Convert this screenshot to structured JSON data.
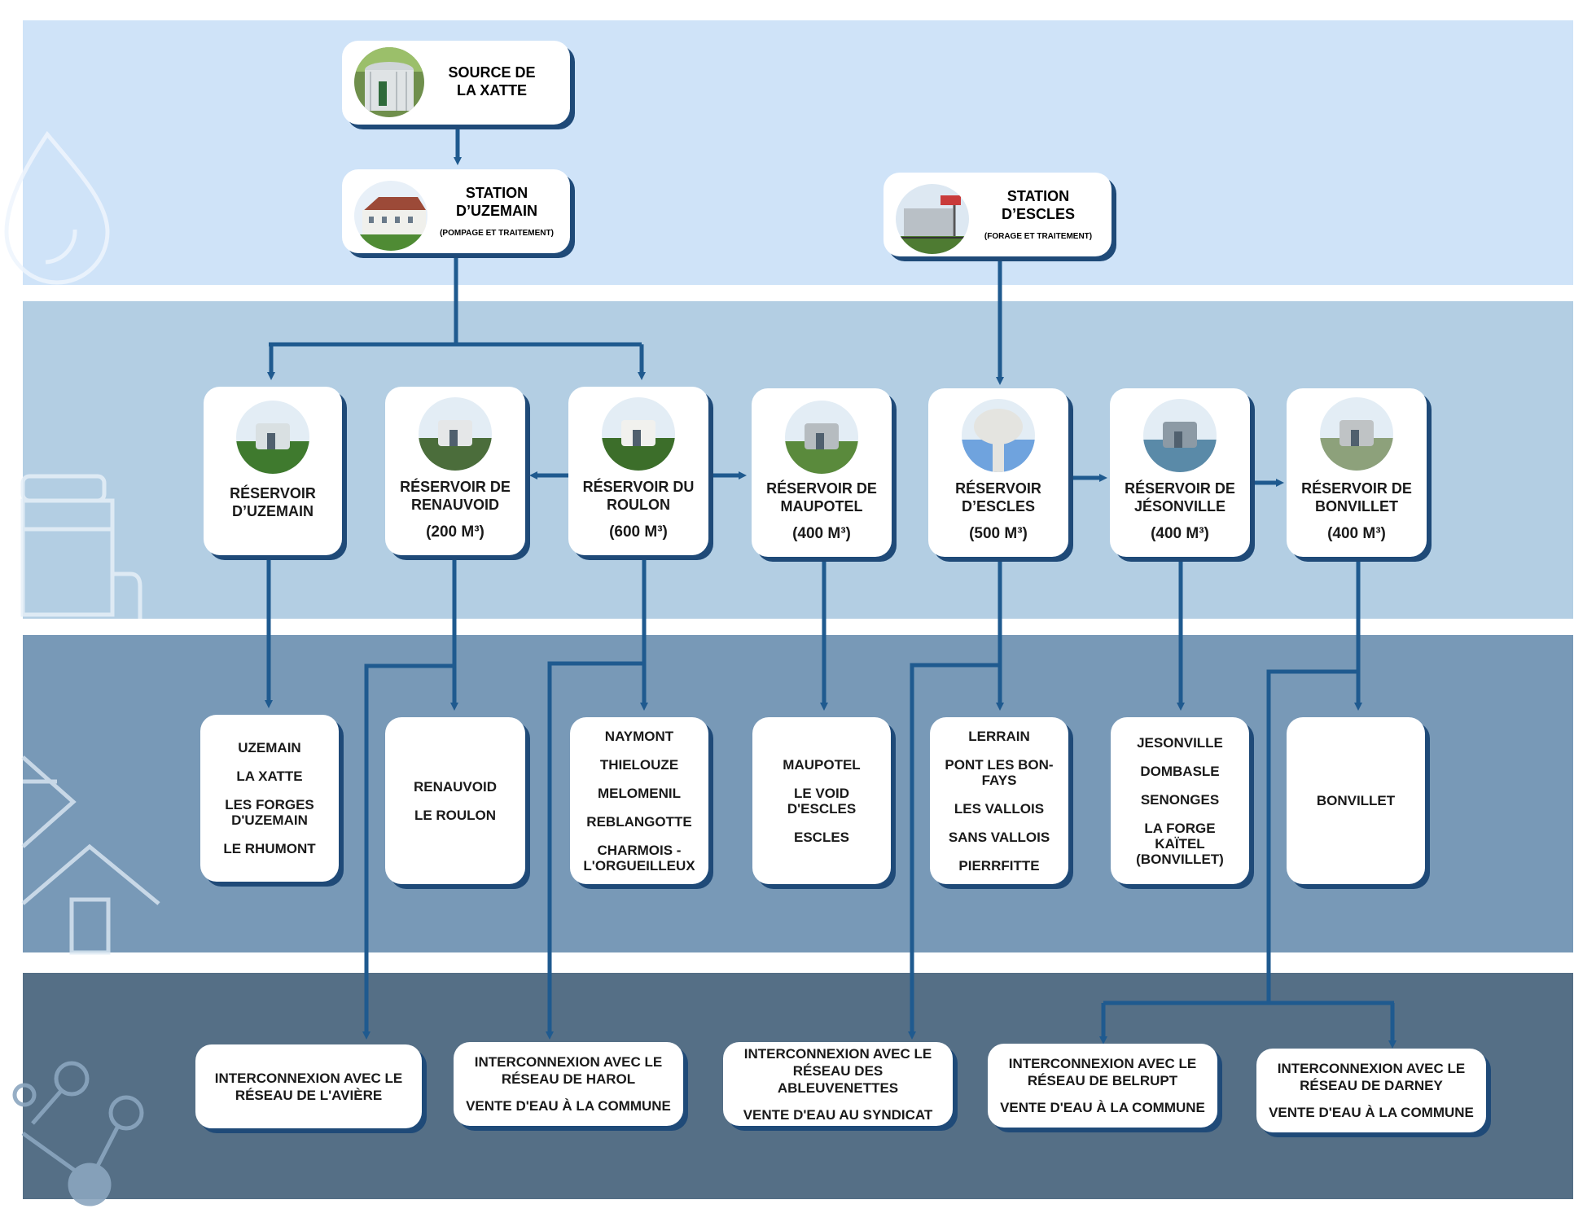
{
  "sources": {
    "xatte": "SOURCE DE LA XATTE",
    "uzemain_station": "STATION D’UZEMAIN",
    "uzemain_station_sub": "(POMPAGE ET TRAITEMENT)",
    "escles_station": "STATION D’ESCLES",
    "escles_station_sub": "(FORAGE ET TRAITEMENT)"
  },
  "reservoirs": [
    {
      "name": "RÉSERVOIR D’UZEMAIN",
      "capacity": ""
    },
    {
      "name": "RÉSERVOIR DE RENAUVOID",
      "capacity": "(200 M³)"
    },
    {
      "name": "RÉSERVOIR DU ROULON",
      "capacity": "(600 M³)"
    },
    {
      "name": "RÉSERVOIR DE MAUPOTEL",
      "capacity": "(400 M³)"
    },
    {
      "name": "RÉSERVOIR D’ESCLES",
      "capacity": "(500 M³)"
    },
    {
      "name": "RÉSERVOIR DE JÉSONVILLE",
      "capacity": "(400 M³)"
    },
    {
      "name": "RÉSERVOIR DE BONVILLET",
      "capacity": "(400 M³)"
    }
  ],
  "communes": [
    [
      "UZEMAIN",
      "LA XATTE",
      "LES FORGES D'UZEMAIN",
      "LE RHUMONT"
    ],
    [
      "RENAUVOID",
      "LE ROULON"
    ],
    [
      "NAYMONT",
      "THIELOUZE",
      "MELOMENIL",
      "REBLANGOTTE",
      "CHARMOIS - L'ORGUEILLEUX"
    ],
    [
      "MAUPOTEL",
      "LE VOID D'ESCLES",
      "ESCLES"
    ],
    [
      "LERRAIN",
      "PONT LES BON-FAYS",
      "LES VALLOIS",
      "SANS VALLOIS",
      "PIERRFITTE"
    ],
    [
      "JESONVILLE",
      "DOMBASLE",
      "SENONGES",
      "LA FORGE KAÏTEL (BONVILLET)"
    ],
    [
      "BONVILLET"
    ]
  ],
  "interconnections": [
    {
      "title": "INTERCONNEXION AVEC LE RÉSEAU DE L'AVIÈRE",
      "sale": ""
    },
    {
      "title": "INTERCONNEXION AVEC LE RÉSEAU DE HAROL",
      "sale": "VENTE D'EAU À LA COMMUNE"
    },
    {
      "title": "INTERCONNEXION AVEC LE RÉSEAU DES ABLEUVENETTES",
      "sale": "VENTE D'EAU AU SYNDICAT"
    },
    {
      "title": "INTERCONNEXION AVEC LE RÉSEAU DE BELRUPT",
      "sale": "VENTE D'EAU À LA COMMUNE"
    },
    {
      "title": "INTERCONNEXION AVEC LE RÉSEAU DE DARNEY",
      "sale": "VENTE D'EAU À LA COMMUNE"
    }
  ],
  "colors": {
    "line": "#1f5a8f",
    "band1": "#cfe3f8",
    "band2": "#b3cee3",
    "band3": "#7899b7",
    "band4": "#556f86"
  },
  "icons": [
    "water-drop-icon",
    "water-tank-icon",
    "house-icon",
    "network-icon"
  ]
}
